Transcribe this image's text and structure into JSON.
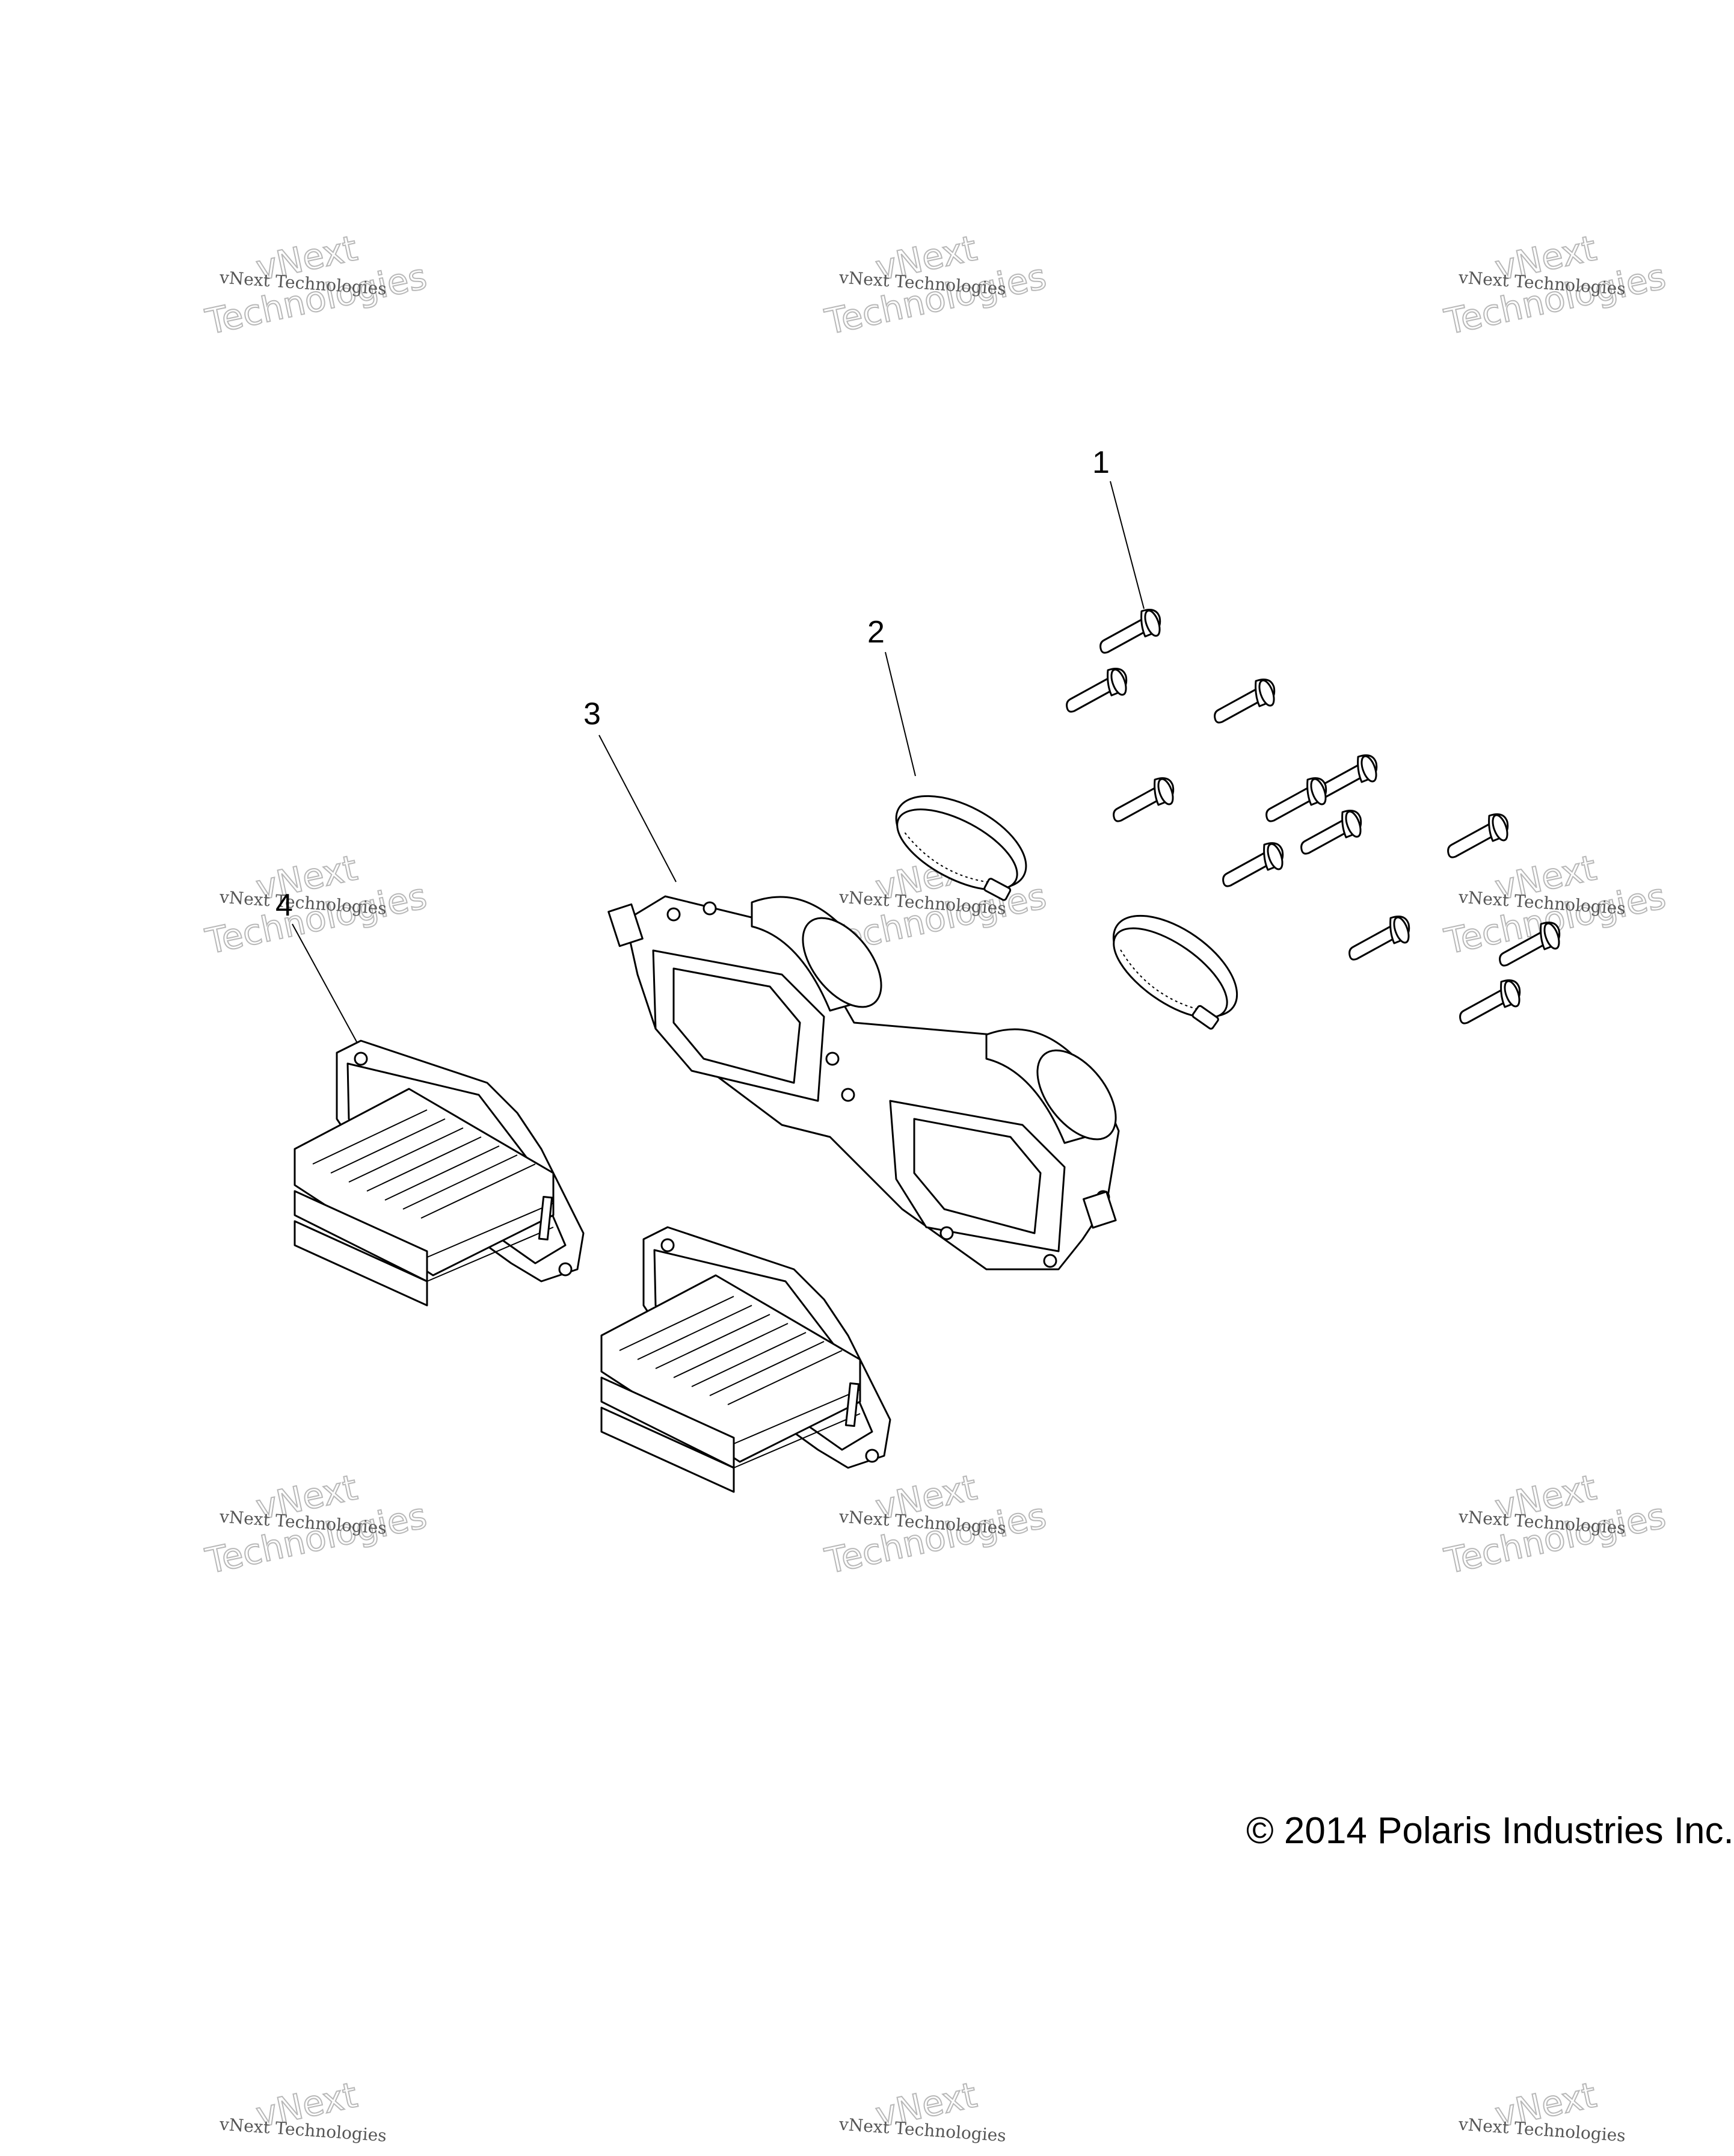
{
  "diagram": {
    "callouts": [
      "1",
      "2",
      "3",
      "4"
    ],
    "watermark": {
      "line1": "vNext Technologies",
      "line2_top": "vNext",
      "line2_bottom": "Technologies"
    },
    "copyright": "© 2014 Polaris Industries Inc."
  }
}
